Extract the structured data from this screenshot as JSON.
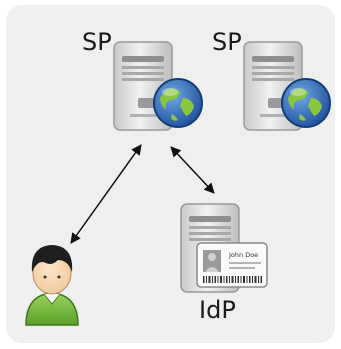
{
  "diagram": {
    "nodes": {
      "sp1": {
        "label": "SP"
      },
      "sp2": {
        "label": "SP"
      },
      "idp": {
        "label": "IdP"
      },
      "idcard": {
        "name": "John Doe"
      }
    },
    "colors": {
      "panel": "#efefef",
      "server_body": "#d8d8d8",
      "globe_ocean": "#2f6fb8",
      "globe_land": "#8cc63f",
      "user_shirt": "#79c043",
      "user_hair": "#1e1e1e",
      "arrow": "#111111"
    },
    "icons": [
      "server-icon",
      "globe-icon",
      "id-card-icon",
      "user-icon",
      "double-arrow-icon"
    ]
  }
}
